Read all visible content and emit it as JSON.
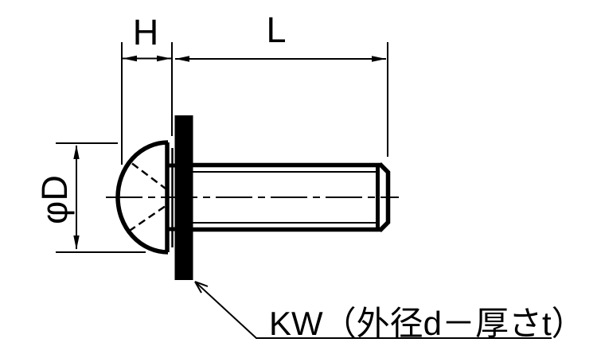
{
  "drawing": {
    "labels": {
      "head_height": "H",
      "length": "L",
      "head_diameter": "φD",
      "washer_note": "KW（外径d－厚さt）"
    },
    "colors": {
      "line": "#000000",
      "background": "#ffffff",
      "washer_fill": "#000000"
    }
  }
}
